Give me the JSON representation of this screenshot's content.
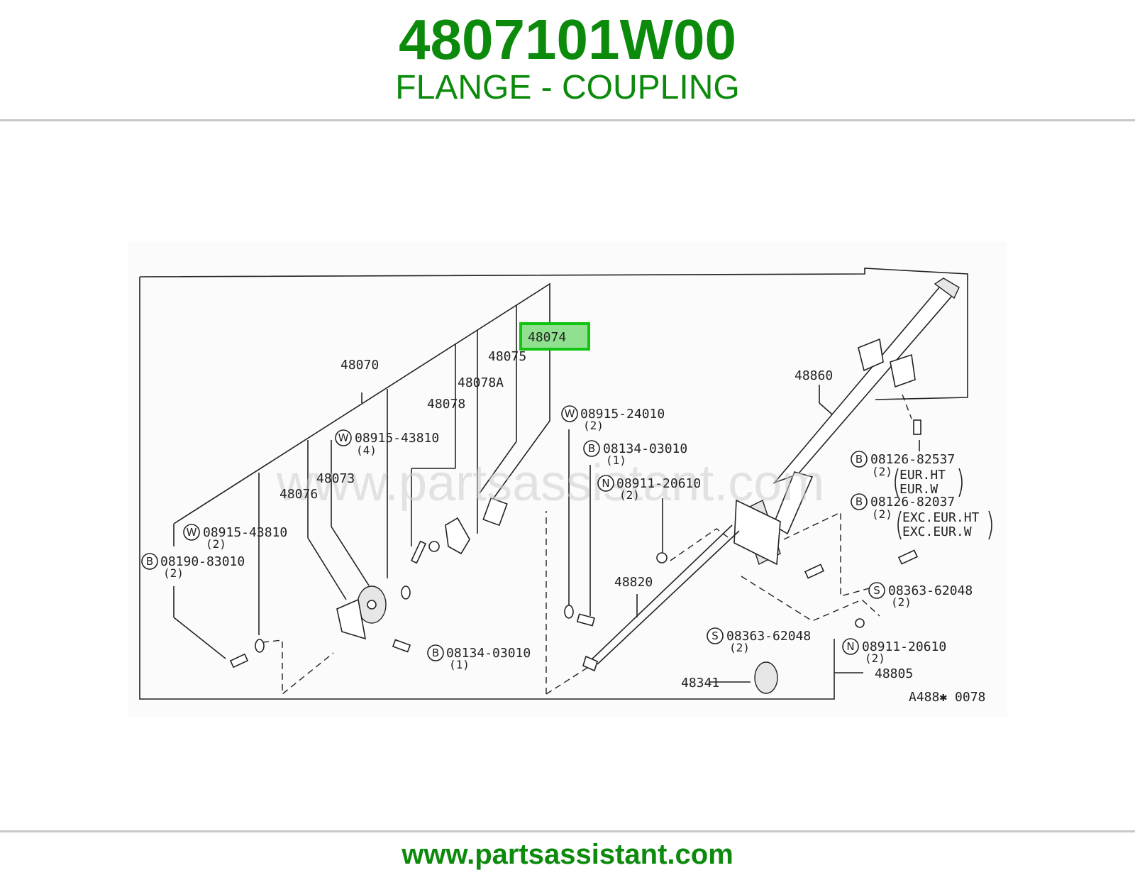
{
  "header": {
    "part_number": "4807101W00",
    "part_name": "FLANGE - COUPLING"
  },
  "diagram": {
    "watermark": "www.partsassistant.com",
    "code": "A488✱ 0078",
    "highlighted_part": "48074",
    "labels": {
      "p48074": "48074",
      "p48075": "48075",
      "p48070": "48070",
      "p48078A": "48078A",
      "p48078": "48078",
      "p48073": "48073",
      "p48076": "48076",
      "p48860": "48860",
      "p48820": "48820",
      "p48341": "48341",
      "p48805": "48805"
    },
    "fasteners": {
      "w1": {
        "letter": "W",
        "num": "08915-43810",
        "qty": "(4)"
      },
      "w2": {
        "letter": "W",
        "num": "08915-43810",
        "qty": "(2)"
      },
      "b1": {
        "letter": "B",
        "num": "08190-83010",
        "qty": "(2)"
      },
      "w3": {
        "letter": "W",
        "num": "08915-24010",
        "qty": "(2)"
      },
      "b2": {
        "letter": "B",
        "num": "08134-03010",
        "qty": "(1)"
      },
      "n1": {
        "letter": "N",
        "num": "08911-20610",
        "qty": "(2)"
      },
      "b3": {
        "letter": "B",
        "num": "08134-03010",
        "qty": "(1)"
      },
      "b4": {
        "letter": "B",
        "num": "08126-82537",
        "qty": "(2)",
        "note1": "EUR.HT",
        "note2": "EUR.W"
      },
      "b5": {
        "letter": "B",
        "num": "08126-82037",
        "qty": "(2)",
        "note1": "EXC.EUR.HT",
        "note2": "EXC.EUR.W"
      },
      "s1": {
        "letter": "S",
        "num": "08363-62048",
        "qty": "(2)"
      },
      "s2": {
        "letter": "S",
        "num": "08363-62048",
        "qty": "(2)"
      },
      "n2": {
        "letter": "N",
        "num": "08911-20610",
        "qty": "(2)"
      }
    }
  },
  "footer": {
    "url": "www.partsassistant.com"
  },
  "colors": {
    "brand_green": "#0c8a0c",
    "highlight_fill": "#8fe08f",
    "highlight_border": "#12c412"
  }
}
